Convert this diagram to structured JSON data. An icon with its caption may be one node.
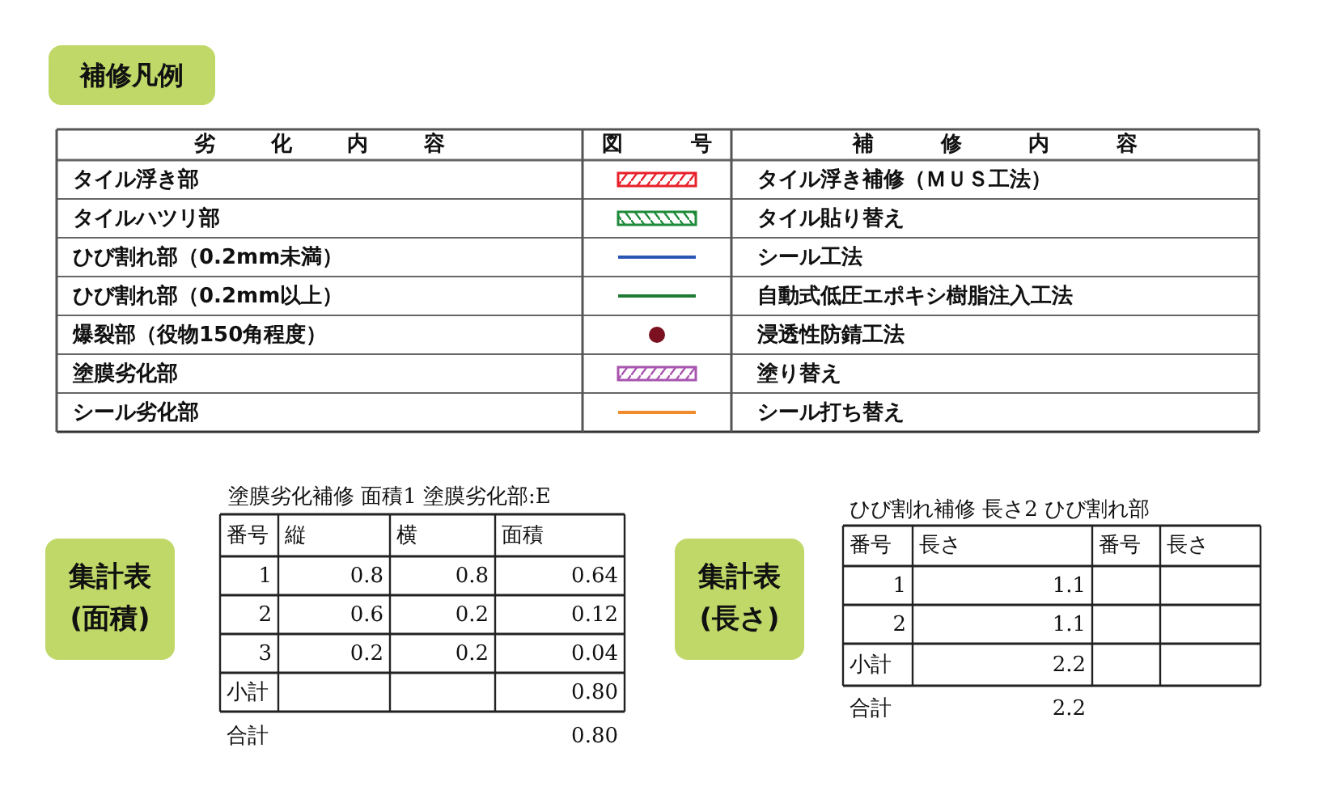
{
  "diagram": {
    "nodes": [
      {
        "text": [
          "補修凡例"
        ]
      },
      {
        "text": [
          "集計表(面積)"
        ]
      },
      {
        "text": [
          "集計表(長さ)"
        ]
      }
    ],
    "labels": [
      "劣化内容",
      "図号",
      "補修内容",
      "タイル浮き部",
      "タイル浮き補修（ＭＵＳ工法）",
      "タイルハツリ部",
      "タイル貼り替え",
      "ひび割れ部（0.2mm未満）",
      "シール工法",
      "ひび割れ部（0.2mm以上）",
      "自動式低圧エポキシ樹脂注入工法",
      "爆裂部（役物150角程度）",
      "浸透性防錆工法",
      "塗膜劣化部",
      "塗り替え",
      "シール劣化部",
      "シール打ち替え",
      "塗膜劣化補修 面積1 塗膜劣化部:E",
      "番号",
      "縦",
      "横",
      "面積",
      "1",
      "0.8",
      "0.8",
      "0.64",
      "2",
      "0.6",
      "0.2",
      "0.12",
      "3",
      "0.2",
      "0.2",
      "0.04",
      "小計",
      "0.80",
      "合計",
      "0.80",
      "ひび割れ補修 長さ2 ひび割れ部",
      "番号",
      "長さ",
      "番号",
      "長さ",
      "1",
      "1.1",
      "2",
      "1.1",
      "小計",
      "2.2",
      "合計",
      "2.2"
    ]
  }
}
